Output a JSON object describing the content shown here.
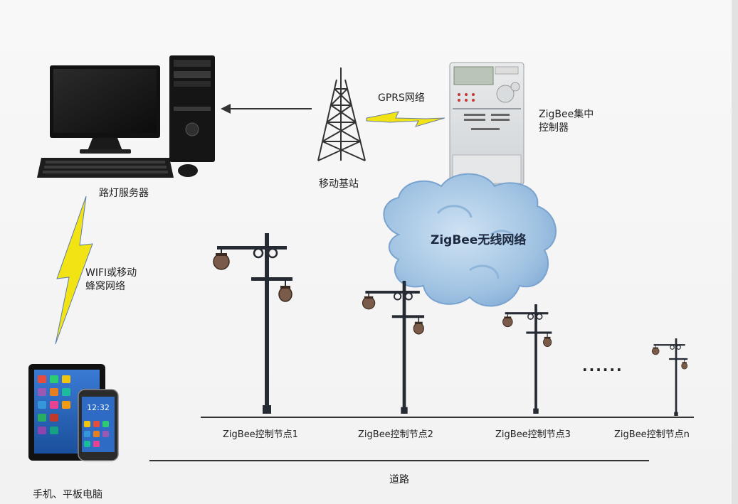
{
  "labels": {
    "server": "路灯服务器",
    "gprs": "GPRS网络",
    "base_station": "移动基站",
    "concentrator_line1": "ZigBee集中",
    "concentrator_line2": "控制器",
    "zigbee_network": "ZigBee无线网络",
    "wifi_line1": "WIFI或移动",
    "wifi_line2": "蜂窝网络",
    "mobile_devices": "手机、平板电脑",
    "road": "道路",
    "ellipsis": "......",
    "phone_time": "12:32"
  },
  "nodes": [
    {
      "label": "ZigBee控制节点1"
    },
    {
      "label": "ZigBee控制节点2"
    },
    {
      "label": "ZigBee控制节点3"
    },
    {
      "label": "ZigBee控制节点n"
    }
  ],
  "colors": {
    "lightning": "#f5ea1c",
    "cloud": "#a9c9e6",
    "pole": "#262a33",
    "lamp": "#7a5a48"
  }
}
